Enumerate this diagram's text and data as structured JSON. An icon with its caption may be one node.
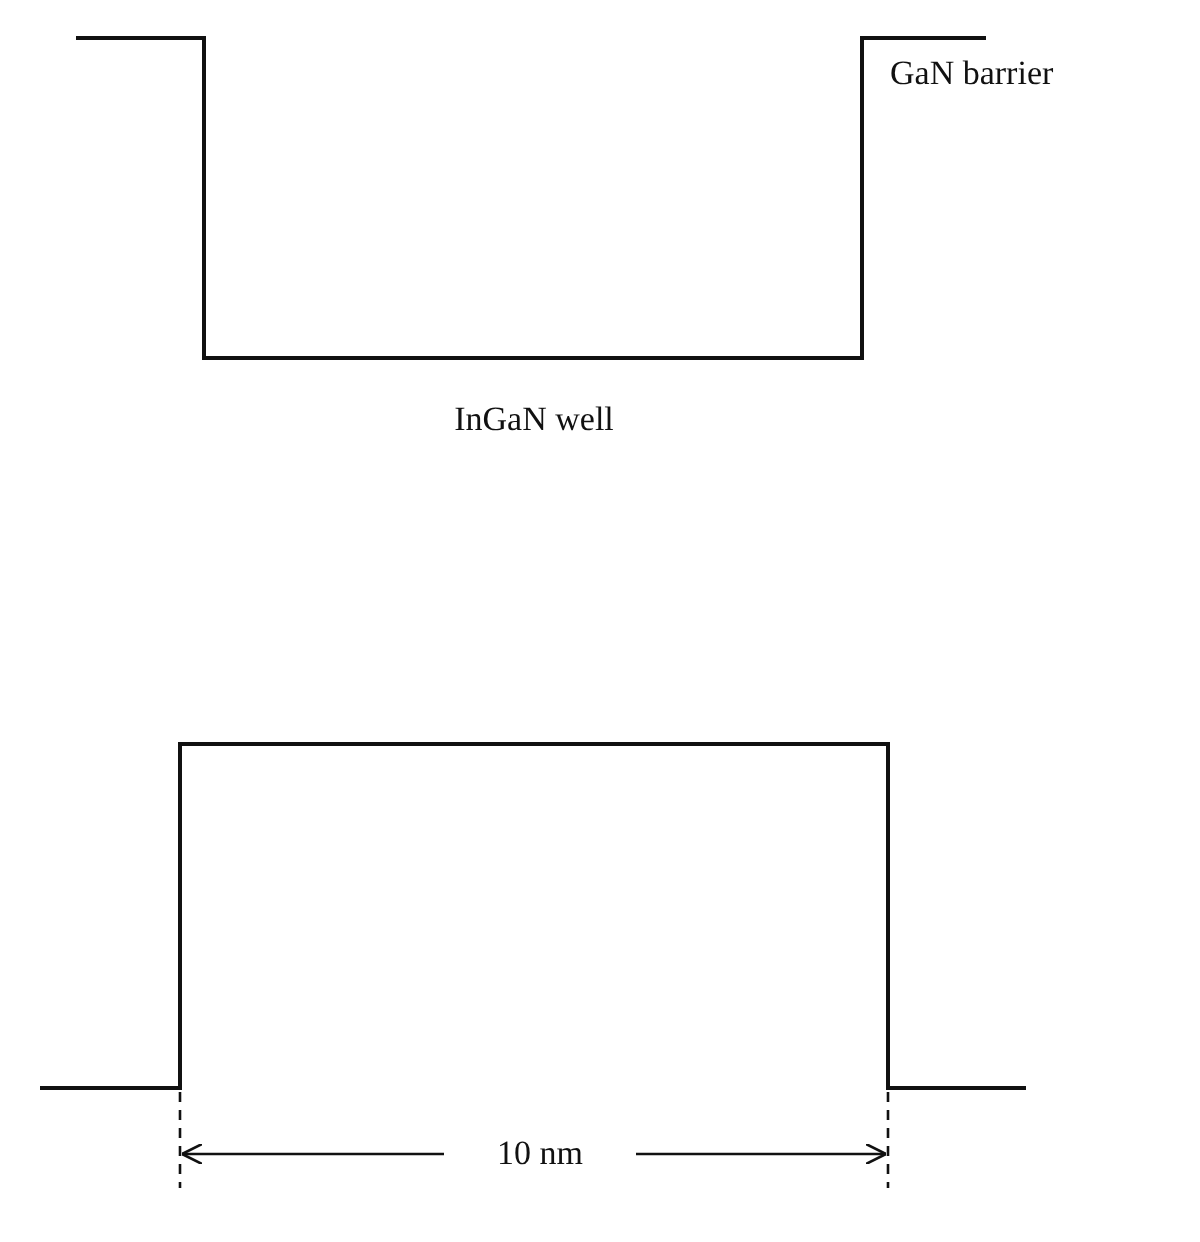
{
  "diagram": {
    "labels": [
      "GaN barrier",
      "InGaN well",
      "10 nm"
    ]
  }
}
